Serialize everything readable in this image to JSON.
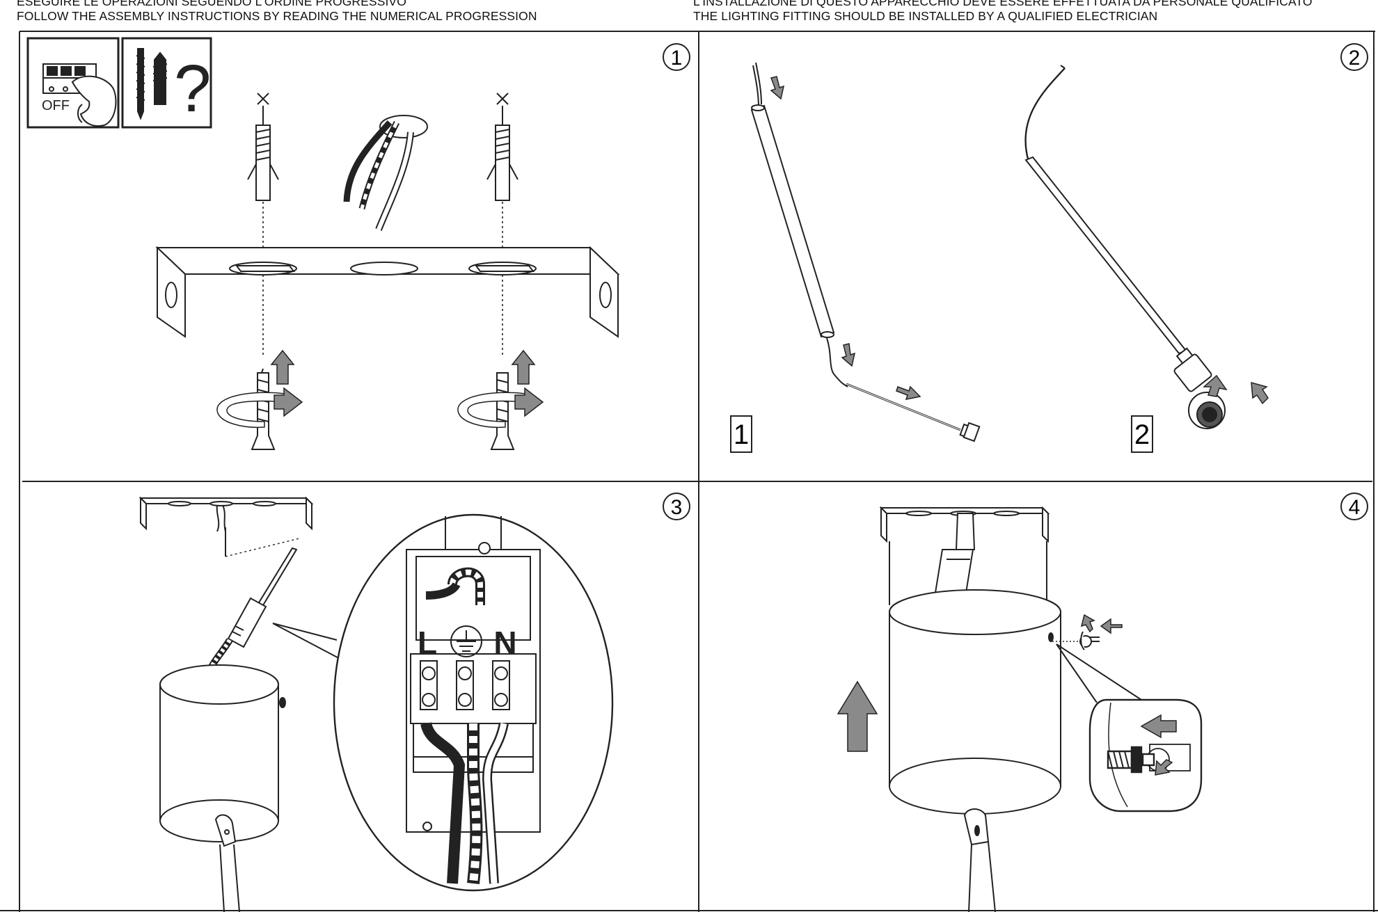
{
  "header": {
    "left_line1": "ESEGUIRE LE OPERAZIONI SEGUENDO L'ORDINE PROGRESSIVO",
    "left_line2": "FOLLOW THE ASSEMBLY INSTRUCTIONS BY READING THE NUMERICAL PROGRESSION",
    "right_line1": "L'INSTALLAZIONE DI QUESTO APPARECCHIO DEVE ESSERE EFFETTUATA DA PERSONALE QUALIFICATO",
    "right_line2": "THE LIGHTING FITTING SHOULD BE INSTALLED BY A QUALIFIED ELECTRICIAN"
  },
  "steps": [
    {
      "number": "1",
      "icons": [
        "power-off-switch-icon",
        "screw-and-wall-plug-icon",
        "question-mark-icon"
      ],
      "off_label": "OFF",
      "question": "?"
    },
    {
      "number": "2",
      "sub_steps": [
        "1",
        "2"
      ]
    },
    {
      "number": "3",
      "terminals": [
        "L",
        "N"
      ],
      "earth_icon": "ground-symbol-icon"
    },
    {
      "number": "4"
    }
  ],
  "colors": {
    "line": "#222222",
    "arrow_fill": "#8a8a8a",
    "background": "#ffffff"
  }
}
